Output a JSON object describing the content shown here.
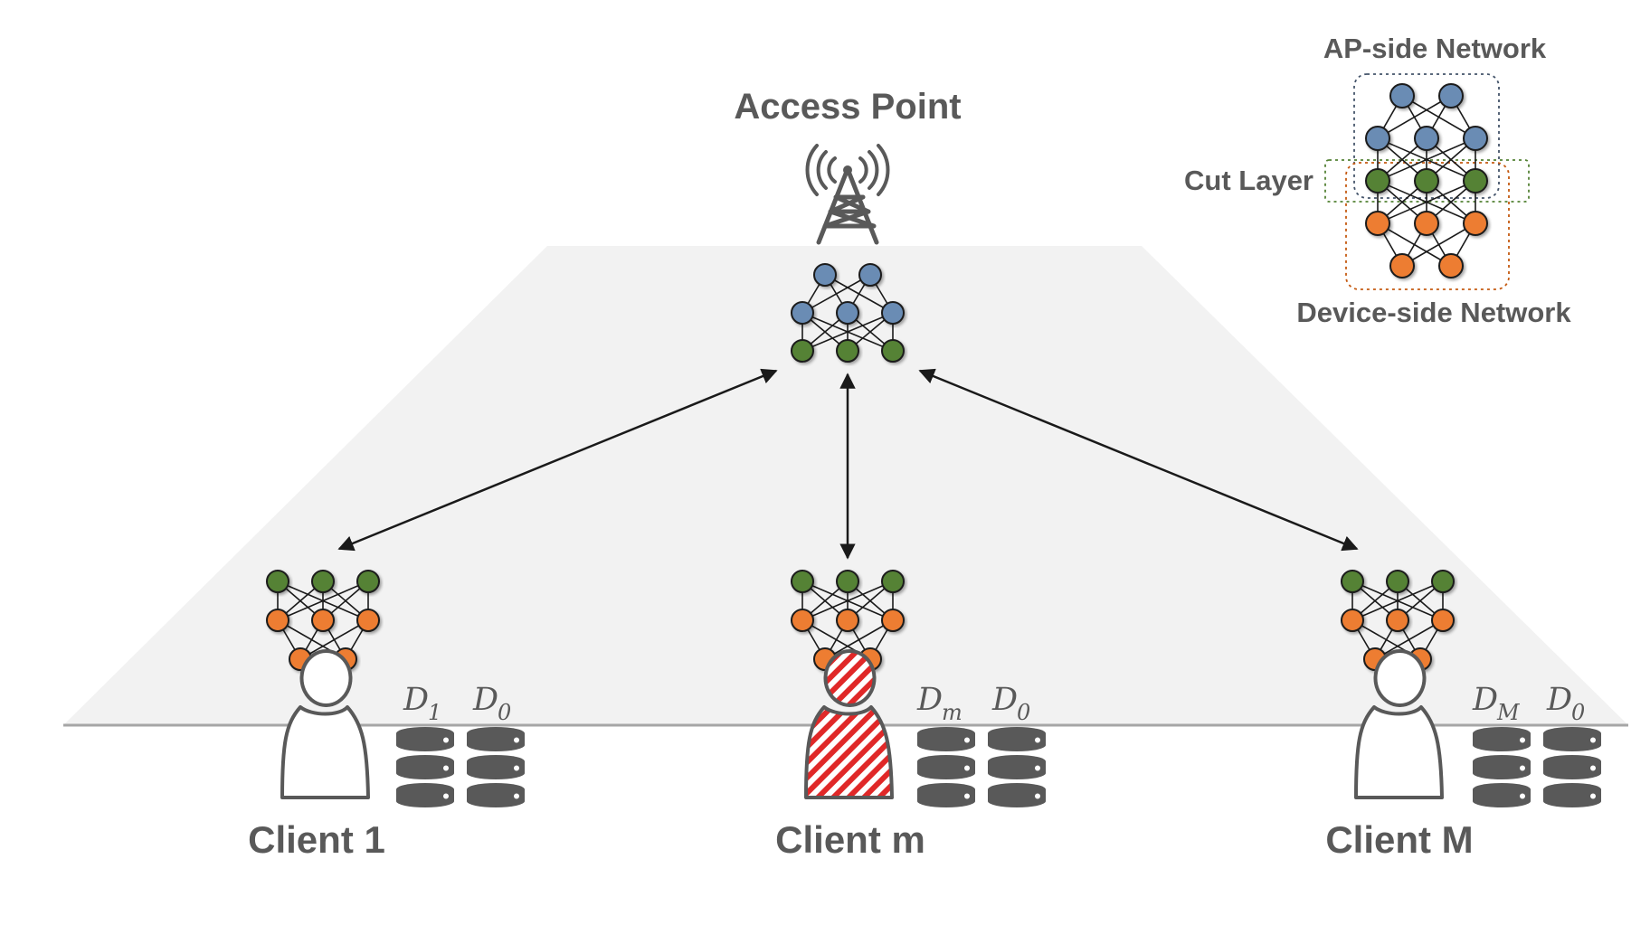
{
  "labels": {
    "access_point": "Access Point",
    "ap_side_network": "AP-side Network",
    "cut_layer": "Cut Layer",
    "device_side_network": "Device-side Network"
  },
  "clients": [
    {
      "label": "Client 1",
      "dataset_main": "D",
      "dataset_main_sub": "1",
      "dataset_shared": "D",
      "dataset_shared_sub": "0",
      "malicious": false
    },
    {
      "label": "Client m",
      "dataset_main": "D",
      "dataset_main_sub": "m",
      "dataset_shared": "D",
      "dataset_shared_sub": "0",
      "malicious": true
    },
    {
      "label": "Client M",
      "dataset_main": "D",
      "dataset_main_sub": "M",
      "dataset_shared": "D",
      "dataset_shared_sub": "0",
      "malicious": false
    }
  ],
  "colors": {
    "ap_layer_node": "#6a8cb4",
    "cut_layer_node": "#548235",
    "device_layer_node": "#ed7d31",
    "plane": "#f2f2f2",
    "icon_gray": "#595959",
    "malicious_stripe": "#e02828"
  },
  "icons": {
    "tower": "antenna-tower-icon",
    "database": "database-icon",
    "user": "user-icon"
  }
}
